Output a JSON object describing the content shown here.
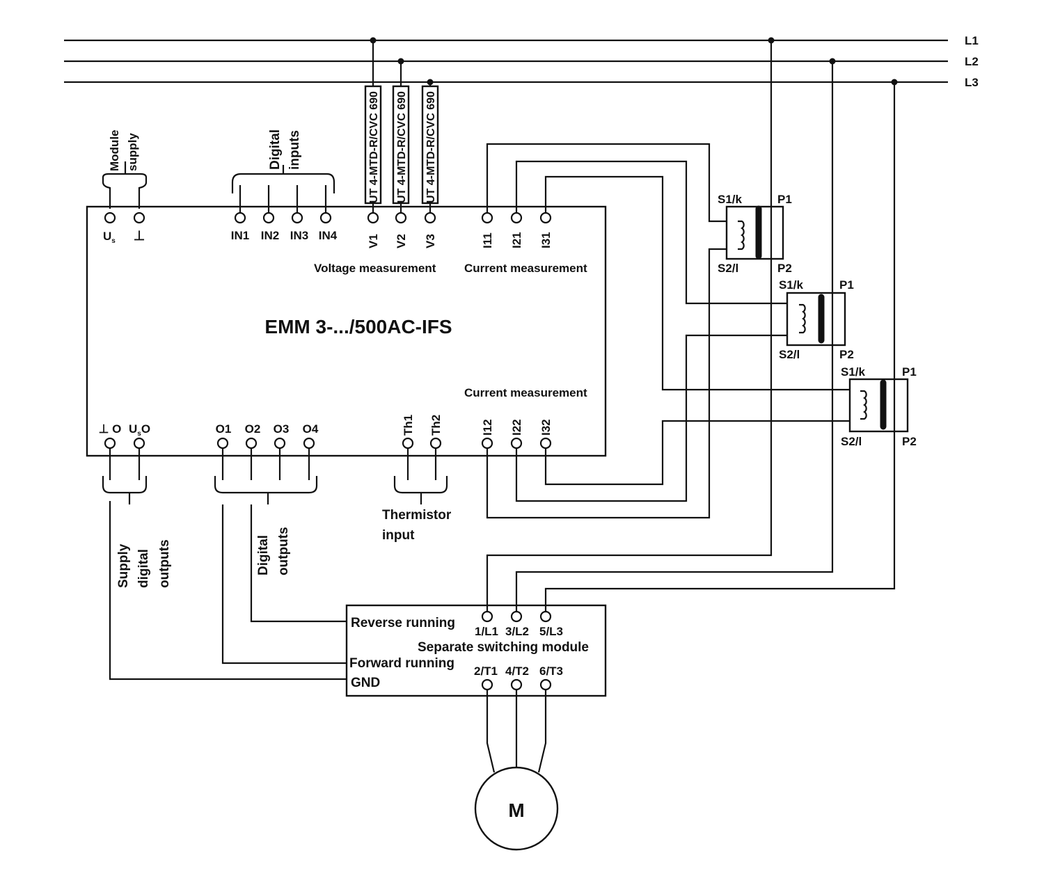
{
  "lines": {
    "l1": "L1",
    "l2": "L2",
    "l3": "L3"
  },
  "module": {
    "title": "EMM  3-.../500AC-IFS",
    "group_labels": {
      "module_supply_1": "Module",
      "module_supply_2": "supply",
      "digital_inputs_1": "Digital",
      "digital_inputs_2": "inputs",
      "voltage_measurement": "Voltage measurement",
      "current_measurement_top": "Current measurement",
      "current_measurement_bottom": "Current measurement",
      "thermistor_1": "Thermistor",
      "thermistor_2": "input",
      "supply_digital_outputs_1": "Supply",
      "supply_digital_outputs_2": "digital",
      "supply_digital_outputs_3": "outputs",
      "digital_outputs_1": "Digital",
      "digital_outputs_2": "outputs"
    },
    "top_terminals": {
      "us": "U",
      "us_sub": "s",
      "gnd": "⊥",
      "in1": "IN1",
      "in2": "IN2",
      "in3": "IN3",
      "in4": "IN4",
      "v1": "V1",
      "v2": "V2",
      "v3": "V3",
      "i11": "I11",
      "i21": "I21",
      "i31": "I31"
    },
    "bottom_terminals": {
      "gnd_o": "⊥ O",
      "us_o_main": "U",
      "us_o_sub": "s",
      "us_o_end": "O",
      "o1": "O1",
      "o2": "O2",
      "o3": "O3",
      "o4": "O4",
      "th1": "Th1",
      "th2": "Th2",
      "i12": "I12",
      "i22": "I22",
      "i32": "I32"
    }
  },
  "fuse_terminal_label": "UT 4-MTD-R/CVC 690",
  "transformers": [
    {
      "s1": "S1/k",
      "s2": "S2/l",
      "p1": "P1",
      "p2": "P2"
    },
    {
      "s1": "S1/k",
      "s2": "S2/l",
      "p1": "P1",
      "p2": "P2"
    },
    {
      "s1": "S1/k",
      "s2": "S2/l",
      "p1": "P1",
      "p2": "P2"
    }
  ],
  "switching_module": {
    "title": "Separate switching module",
    "reverse": "Reverse running",
    "forward": "Forward running",
    "gnd": "GND",
    "in1": "1/L1",
    "in2": "3/L2",
    "in3": "5/L3",
    "out1": "2/T1",
    "out2": "4/T2",
    "out3": "6/T3"
  },
  "motor": "M"
}
